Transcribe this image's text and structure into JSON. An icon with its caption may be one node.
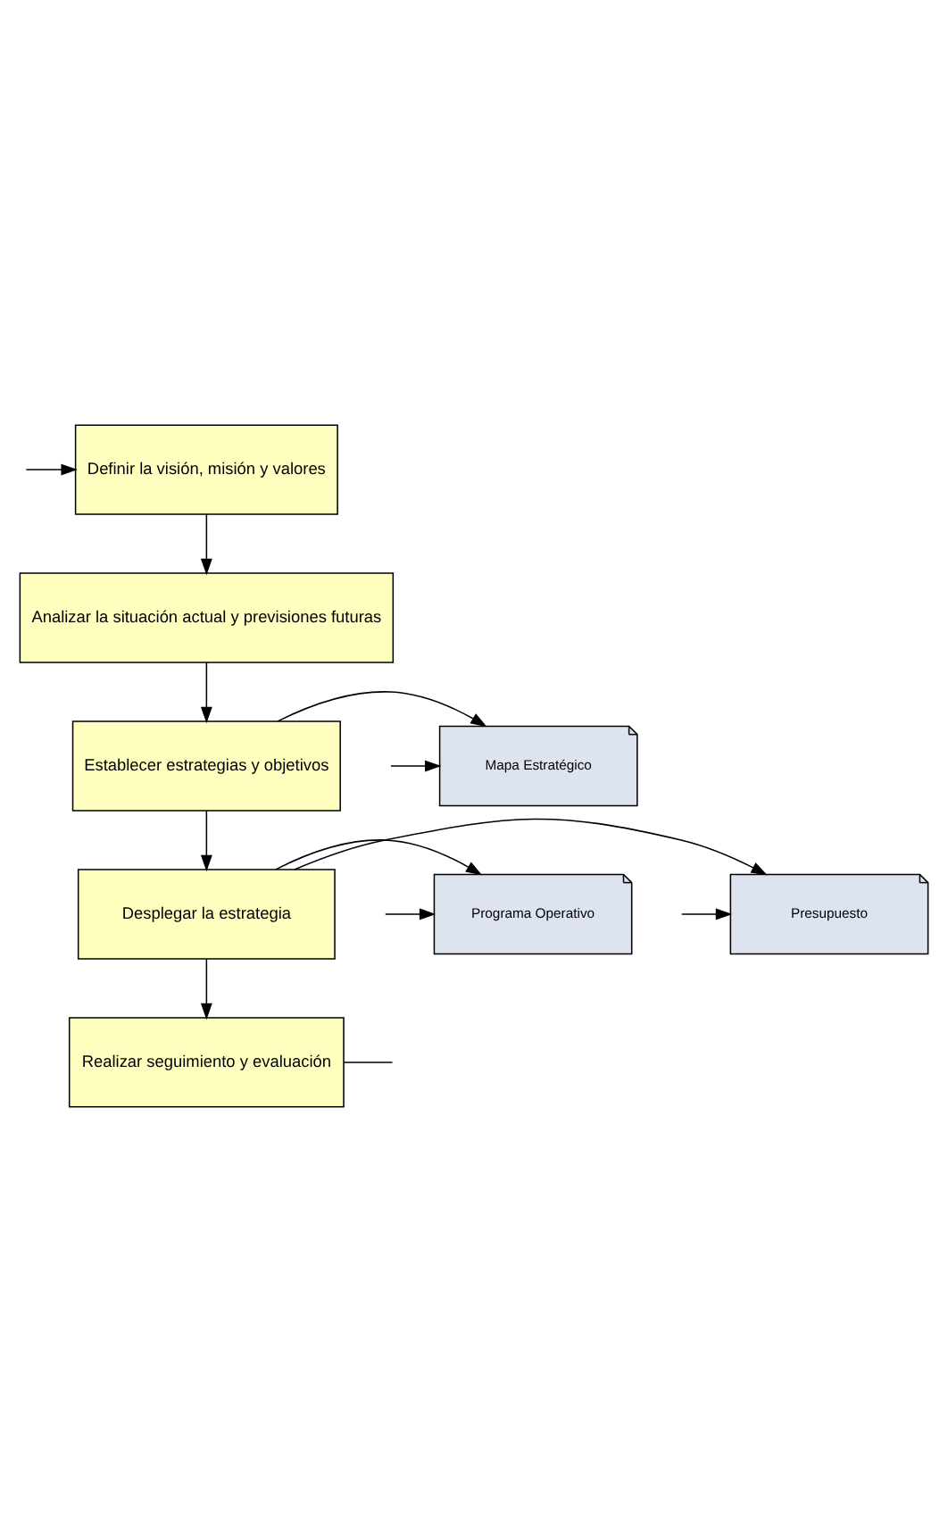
{
  "diagram": {
    "nodes": [
      {
        "text": [
          "Definir la visión, misión y valores"
        ]
      },
      {
        "text": [
          "Analizar la situación actual y previsiones futuras"
        ]
      },
      {
        "text": [
          "Establecer estrategias y objetivos"
        ]
      },
      {
        "text": [
          "Mapa Estratégico"
        ]
      },
      {
        "text": [
          "Desplegar la estrategia"
        ]
      },
      {
        "text": [
          "Programa Operativo"
        ]
      },
      {
        "text": [
          "Presupuesto"
        ]
      },
      {
        "text": [
          "Realizar seguimiento y evaluación"
        ]
      }
    ],
    "edges": [
      {
        "from": 0,
        "to": 1,
        "arrow": "to"
      },
      {
        "from": 1,
        "to": 2,
        "arrow": "to"
      },
      {
        "from": 2,
        "to": 3,
        "arrow": "to"
      },
      {
        "from": 2,
        "to": 4,
        "arrow": "to"
      },
      {
        "from": 4,
        "to": 5,
        "arrow": "to"
      },
      {
        "from": 4,
        "to": 6,
        "arrow": "to"
      },
      {
        "from": 4,
        "to": 7,
        "arrow": "to"
      },
      {
        "from": null,
        "to": 0,
        "arrow": "to"
      },
      {
        "from": null,
        "to": 3,
        "arrow": "to"
      },
      {
        "from": null,
        "to": 5,
        "arrow": "to"
      },
      {
        "from": null,
        "to": 6,
        "arrow": "to"
      },
      {
        "from": 7,
        "to": null,
        "arrow": "none"
      }
    ]
  }
}
